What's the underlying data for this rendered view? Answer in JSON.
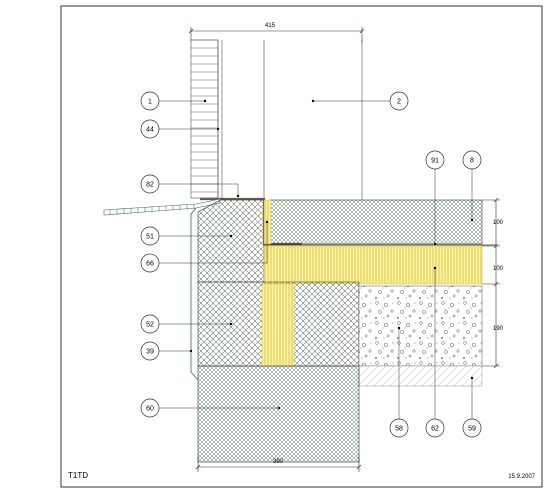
{
  "drawing": {
    "code": "T1TD",
    "date": "15.9.2007"
  },
  "dimensions": {
    "top_width": "415",
    "bottom_width": "390",
    "right_1": "100",
    "right_2": "100",
    "right_3": "190"
  },
  "callouts": [
    {
      "id": "c1",
      "text": "1"
    },
    {
      "id": "c2",
      "text": "2"
    },
    {
      "id": "c44",
      "text": "44"
    },
    {
      "id": "c91",
      "text": "91"
    },
    {
      "id": "c8",
      "text": "8"
    },
    {
      "id": "c82",
      "text": "82"
    },
    {
      "id": "c51",
      "text": "51"
    },
    {
      "id": "c66",
      "text": "66"
    },
    {
      "id": "c52",
      "text": "52"
    },
    {
      "id": "c39",
      "text": "39"
    },
    {
      "id": "c60",
      "text": "60"
    },
    {
      "id": "c58",
      "text": "58"
    },
    {
      "id": "c62",
      "text": "62"
    },
    {
      "id": "c59",
      "text": "59"
    }
  ],
  "colors": {
    "hatch": "#2f4f3f",
    "insulation": "#e8d64a",
    "insulation_bg": "#fbf1a8",
    "flashing": "#6b5a4a",
    "line": "#333333"
  }
}
